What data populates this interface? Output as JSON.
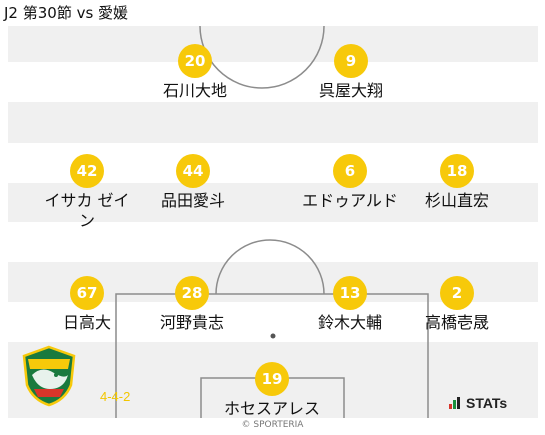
{
  "header": {
    "title": "J2 第30節 vs 愛媛"
  },
  "colors": {
    "badge": "#f7c90a",
    "formation": "#f2c600",
    "pitch_line": "#8c8c8c"
  },
  "players": [
    {
      "number": "20",
      "name": "石川大地"
    },
    {
      "number": "9",
      "name": "呉屋大翔"
    },
    {
      "number": "42",
      "name": "イサカ ゼイン"
    },
    {
      "number": "44",
      "name": "品田愛斗"
    },
    {
      "number": "6",
      "name": "エドゥアルド"
    },
    {
      "number": "18",
      "name": "杉山直宏"
    },
    {
      "number": "67",
      "name": "日高大"
    },
    {
      "number": "28",
      "name": "河野貴志"
    },
    {
      "number": "13",
      "name": "鈴木大輔"
    },
    {
      "number": "2",
      "name": "高橋壱晟"
    },
    {
      "number": "19",
      "name": "ホセスアレス"
    }
  ],
  "formation": "4-4-2",
  "team_logo": {
    "icon": "jef-united-crest-icon"
  },
  "provider": {
    "label": "STATs",
    "icon": "stats-bars-icon"
  },
  "copyright": "© SPORTERIA"
}
